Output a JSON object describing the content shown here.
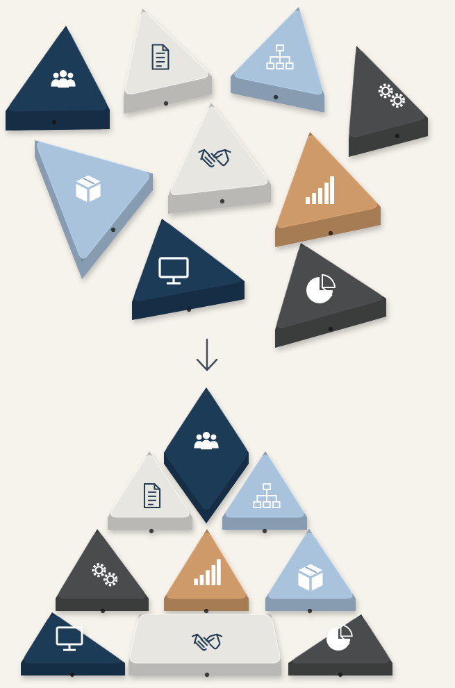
{
  "scene": {
    "description_free": true,
    "background": "#f6f3ec",
    "palette": {
      "navy": "#1f3a56",
      "light_gray": "#e8e6e1",
      "light_blue": "#a9c3dc",
      "dark_gray": "#4a4c4e",
      "orange": "#cf9a6a",
      "icon_light": "#ffffff",
      "icon_dark": "#223b55",
      "arrow": "#3b4a5a"
    }
  },
  "pieces": [
    {
      "id": "people",
      "color": "navy",
      "icon": "people-icon"
    },
    {
      "id": "document",
      "color": "light_gray",
      "icon": "document-icon"
    },
    {
      "id": "org-chart",
      "color": "light_blue",
      "icon": "org-chart-icon"
    },
    {
      "id": "gears",
      "color": "dark_gray",
      "icon": "gears-icon"
    },
    {
      "id": "box",
      "color": "light_blue",
      "icon": "box-icon"
    },
    {
      "id": "handshake",
      "color": "light_gray",
      "icon": "handshake-icon"
    },
    {
      "id": "bar-chart",
      "color": "orange",
      "icon": "bar-chart-icon"
    },
    {
      "id": "monitor",
      "color": "navy",
      "icon": "monitor-icon"
    },
    {
      "id": "pie-chart",
      "color": "dark_gray",
      "icon": "pie-chart-icon"
    }
  ],
  "arrow_icon": "down-arrow-icon"
}
